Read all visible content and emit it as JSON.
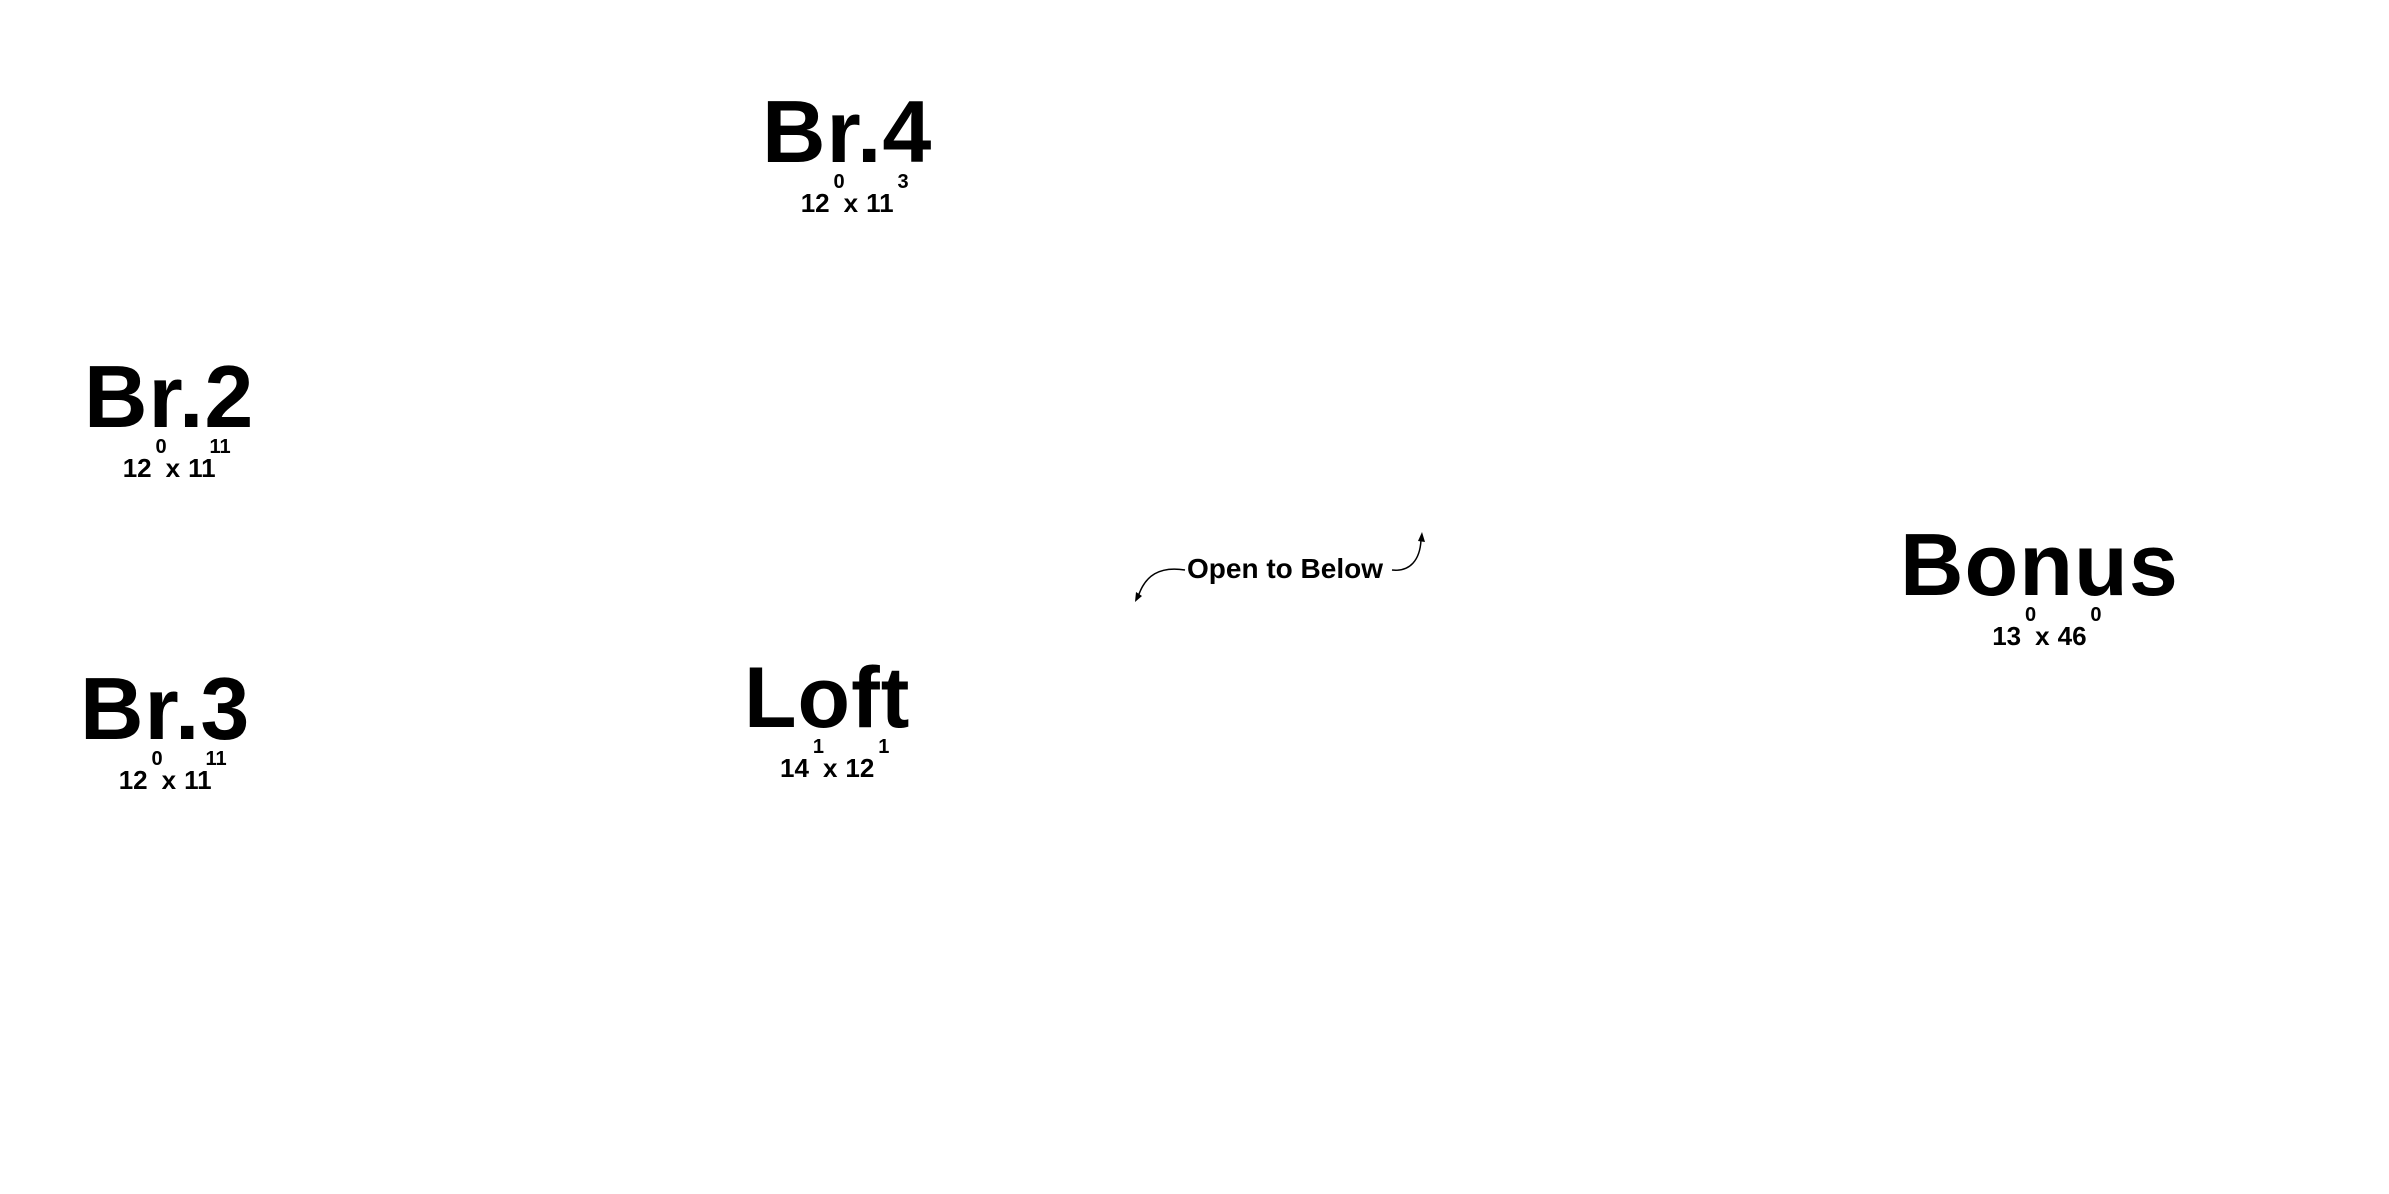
{
  "rooms": {
    "br4": {
      "name": "Br.4",
      "width": "12",
      "width_inches": "0",
      "length": "11",
      "length_inches": "3"
    },
    "br2": {
      "name": "Br.2",
      "width": "12",
      "width_inches": "0",
      "length": "11",
      "length_inches": "11"
    },
    "br3": {
      "name": "Br.3",
      "width": "12",
      "width_inches": "0",
      "length": "11",
      "length_inches": "11"
    },
    "loft": {
      "name": "Loft",
      "width": "14",
      "width_inches": "1",
      "length": "12",
      "length_inches": "1"
    },
    "bonus": {
      "name": "Bonus",
      "width": "13",
      "width_inches": "0",
      "length": "46",
      "length_inches": "0"
    }
  },
  "dimension_separator": "x",
  "annotations": {
    "open_to_below": "Open to Below"
  }
}
